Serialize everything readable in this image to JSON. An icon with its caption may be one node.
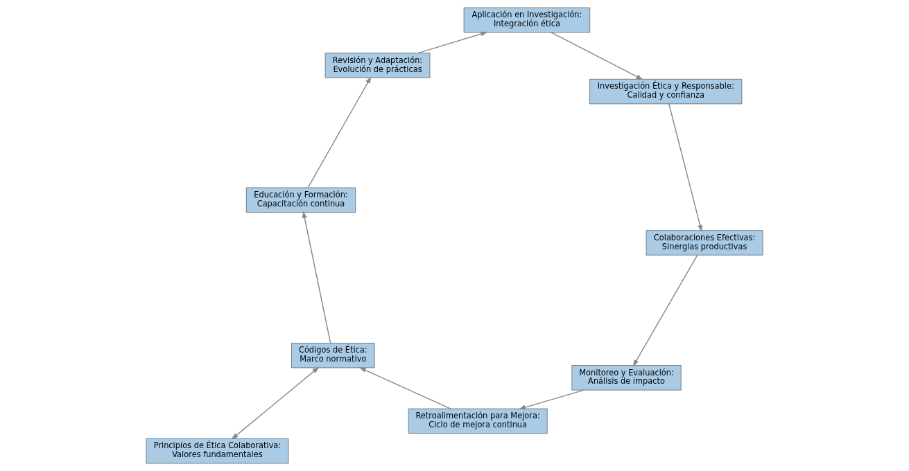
{
  "diagram": {
    "nodes": [
      {
        "text": [
          "Educación y Formación: Capacitación continua"
        ]
      },
      {
        "text": [
          "Revisión y Adaptación: Evolución de prácticas"
        ]
      },
      {
        "text": [
          "Principios de Ética Colaborativa: Valores fundamentales"
        ]
      },
      {
        "text": [
          "Aplicación en Investigación: Integración ética"
        ]
      },
      {
        "text": [
          "Códigos de Ética: Marco normativo"
        ]
      },
      {
        "text": [
          "Investigación Ética y Responsable: Calidad y confianza"
        ]
      },
      {
        "text": [
          "Retroalimentación para Mejora: Ciclo de mejora continua"
        ]
      },
      {
        "text": [
          "Colaboraciones Efectivas: Sinergias productivas"
        ]
      },
      {
        "text": [
          "Monitoreo y Evaluación: Análisis de impacto"
        ]
      }
    ],
    "edges": [
      {
        "from": 2,
        "to": 4,
        "arrow": "both"
      },
      {
        "from": 4,
        "to": 0,
        "arrow": "to"
      },
      {
        "from": 0,
        "to": 1,
        "arrow": "to"
      },
      {
        "from": 1,
        "to": 3,
        "arrow": "to"
      },
      {
        "from": 3,
        "to": 5,
        "arrow": "to"
      },
      {
        "from": 5,
        "to": 7,
        "arrow": "to"
      },
      {
        "from": 7,
        "to": 8,
        "arrow": "to"
      },
      {
        "from": 8,
        "to": 6,
        "arrow": "to"
      },
      {
        "from": 6,
        "to": 4,
        "arrow": "to"
      }
    ]
  }
}
